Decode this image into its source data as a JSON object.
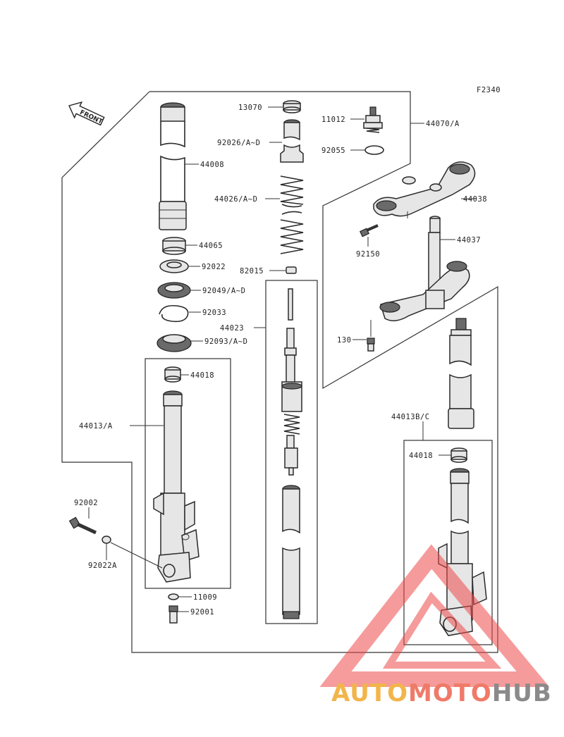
{
  "figure_code": "F2340",
  "front_label": "FRONT",
  "parts": {
    "p13070": "13070",
    "p11012": "11012",
    "p44070": "44070/A",
    "p92026": "92026/A~D",
    "p92055": "92055",
    "p44008": "44008",
    "p44026": "44026/A~D",
    "p44038": "44038",
    "p92150": "92150",
    "p44037": "44037",
    "p44065": "44065",
    "p92022": "92022",
    "p82015": "82015",
    "p92049": "92049/A~D",
    "p92033": "92033",
    "p44023": "44023",
    "p92093": "92093/A~D",
    "p130": "130",
    "p44018a": "44018",
    "p44013": "44013/A",
    "p44013b": "44013B/C",
    "p44018b": "44018",
    "p92002": "92002",
    "p92022a": "92022A",
    "p11009": "11009",
    "p92001": "92001"
  },
  "watermark": {
    "part1": "AUTO",
    "part2": "MOTO",
    "part3": "HUB",
    "color1": "#f2b54a",
    "color2": "#f07a68",
    "color3": "#888888",
    "triangle_color": "#ee4b4b"
  }
}
